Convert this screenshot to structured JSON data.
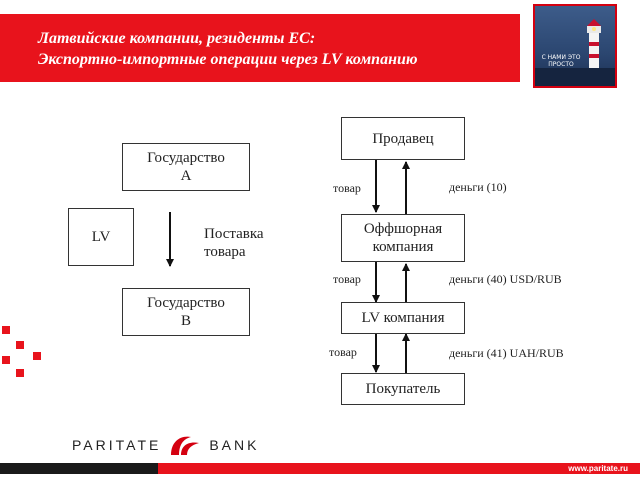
{
  "header": {
    "title_line1": "Латвийские компании, резиденты ЕС:",
    "title_line2": "Экспортно-импортные операции через LV компанию",
    "photo_caption": "С НАМИ ЭТО ПРОСТО"
  },
  "left_scheme": {
    "state_a": "Государство А",
    "lv": "LV",
    "state_b": "Государство В",
    "delivery_label": "Поставка товара"
  },
  "right_scheme": {
    "seller": "Продавец",
    "offshore": "Оффшорная компания",
    "lv_company": "LV компания",
    "buyer": "Покупатель",
    "goods_1": "товар",
    "goods_2": "товар",
    "goods_3": "товар",
    "money_1": "деньги (10)",
    "money_2": "деньги (40) USD/RUB",
    "money_3": "деньги (41) UAH/RUB"
  },
  "footer": {
    "logo_left": "PARITATE",
    "logo_right": "BANK",
    "url": "www.paritate.ru"
  },
  "colors": {
    "accent": "#e8131c",
    "dark": "#1a1a1a"
  }
}
